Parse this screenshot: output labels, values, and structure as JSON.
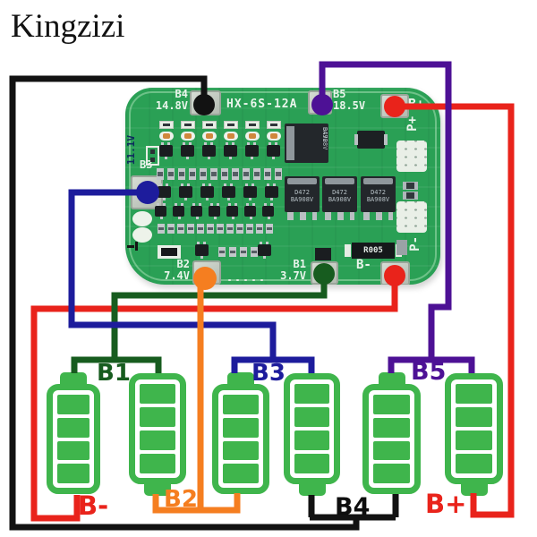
{
  "brand": "Kingzizi",
  "board": {
    "model": "HX-6S-12A",
    "top_pads": [
      {
        "label": "B4",
        "voltage": "14.8V",
        "wire": "black"
      },
      {
        "label": "B5",
        "voltage": "18.5V",
        "wire": "purple"
      },
      {
        "label": "B+",
        "wire": "red"
      }
    ],
    "side_pad": {
      "label": "B3",
      "voltage": "11.1V",
      "wire": "navy"
    },
    "bottom_pads": [
      {
        "label": "B2",
        "voltage": "7.4V",
        "wire": "orange"
      },
      {
        "label": "B1",
        "voltage": "3.7V",
        "wire": "dark_green"
      },
      {
        "label": "B-",
        "wire": "red"
      }
    ],
    "output_labels": {
      "p_plus": "P+",
      "p_minus": "P-"
    },
    "markings": {
      "mosfet_line1": "D472",
      "mosfet_line2": "BA908V",
      "shunt": "R005"
    }
  },
  "wiring": {
    "labels": {
      "b_minus": "B-",
      "b1": "B1",
      "b2": "B2",
      "b3": "B3",
      "b4": "B4",
      "b5": "B5",
      "b_plus": "B+"
    }
  },
  "colors": {
    "black": "#121212",
    "purple": "#4d1195",
    "red": "#e9231b",
    "navy": "#1d1c9c",
    "dark_green": "#175c1f",
    "orange": "#f57e20",
    "battery_green": "#3fb54c",
    "pcb_green": "#2aa055",
    "silkscreen": "#eaf5ec"
  }
}
